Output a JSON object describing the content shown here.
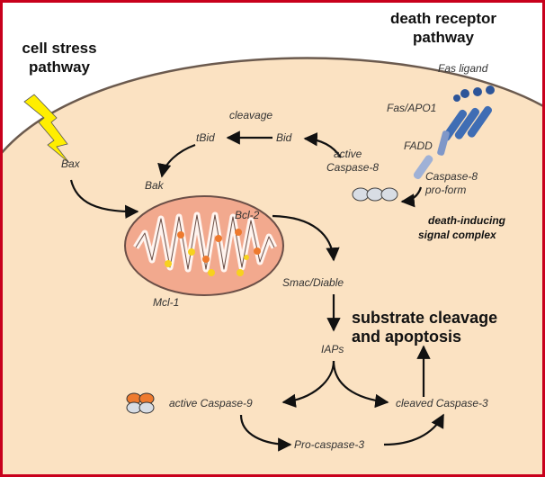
{
  "labels": {
    "cell_stress_line1": "cell stress",
    "cell_stress_line2": "pathway",
    "death_receptor_line1": "death receptor",
    "death_receptor_line2": "pathway",
    "fas_ligand": "Fas ligand",
    "fas_apo1": "Fas/APO1",
    "fadd": "FADD",
    "cleavage": "cleavage",
    "tbid": "tBid",
    "bid": "Bid",
    "bax": "Bax",
    "bak": "Bak",
    "active_caspase8_line1": "active",
    "active_caspase8_line2": "Caspase-8",
    "caspase8_line1": "Caspase-8",
    "caspase8_line2": "pro-form",
    "disc_line1": "death-inducing",
    "disc_line2": "signal complex",
    "bcl2": "Bcl-2",
    "smac": "Smac/Diable",
    "mcl1": "Mcl-1",
    "substrate_line1": "substrate cleavage",
    "substrate_line2": "and apoptosis",
    "iaps": "IAPs",
    "active_caspase9": "active Caspase-9",
    "cleaved_caspase3": "cleaved Caspase-3",
    "procaspase3": "Pro-caspase-3"
  },
  "colors": {
    "frame": "#c8001c",
    "cytoplasm": "#fbe2c2",
    "membrane": "#6b5a4e",
    "mitochondrion": "#f2a98e",
    "lightning": "#ffee00",
    "receptor": "#3f6db4"
  }
}
